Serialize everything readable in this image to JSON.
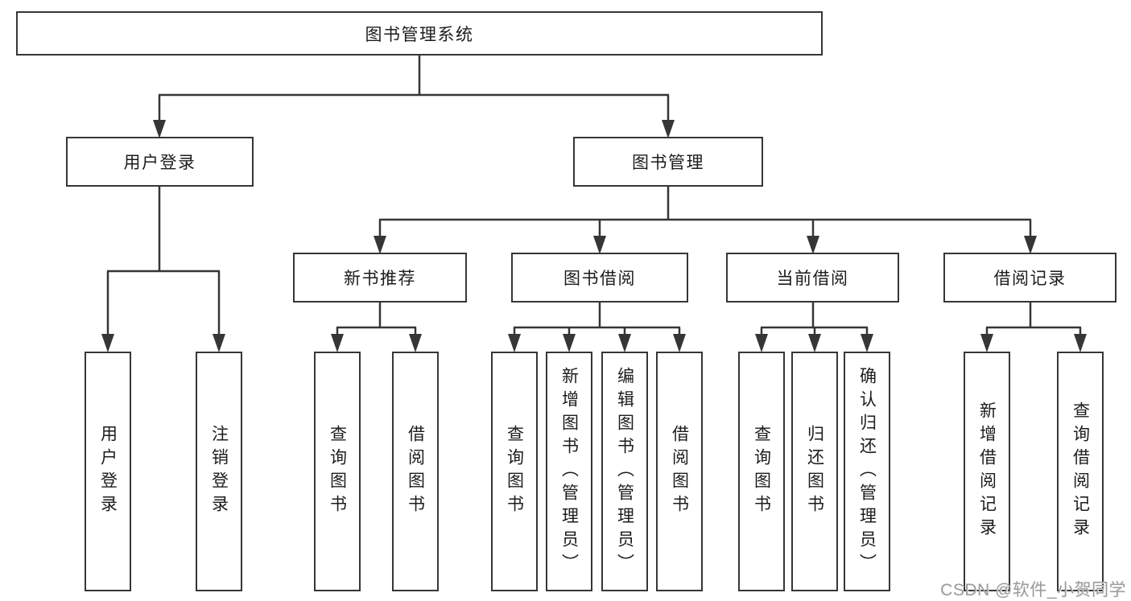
{
  "tree": {
    "root": "图书管理系统",
    "level2": [
      {
        "label": "用户登录",
        "children": [
          {
            "label": "用户登录"
          },
          {
            "label": "注销登录"
          }
        ]
      },
      {
        "label": "图书管理",
        "sections": [
          {
            "label": "新书推荐",
            "children": [
              {
                "label": "查询图书"
              },
              {
                "label": "借阅图书"
              }
            ]
          },
          {
            "label": "图书借阅",
            "children": [
              {
                "label": "查询图书"
              },
              {
                "label": "新增图书（管理员）"
              },
              {
                "label": "编辑图书（管理员）"
              },
              {
                "label": "借阅图书"
              }
            ]
          },
          {
            "label": "当前借阅",
            "children": [
              {
                "label": "查询图书"
              },
              {
                "label": "归还图书"
              },
              {
                "label": "确认归还（管理员）"
              }
            ]
          },
          {
            "label": "借阅记录",
            "children": [
              {
                "label": "新增借阅记录"
              },
              {
                "label": "查询借阅记录"
              }
            ]
          }
        ]
      }
    ]
  },
  "watermark": {
    "text": "CSDN @软件_小贺同学"
  },
  "colors": {
    "line": "#363636",
    "box_border": "#363636",
    "box_bg": "#ffffff",
    "text": "#1c1c1c",
    "watermark": "#9b9b9b"
  }
}
